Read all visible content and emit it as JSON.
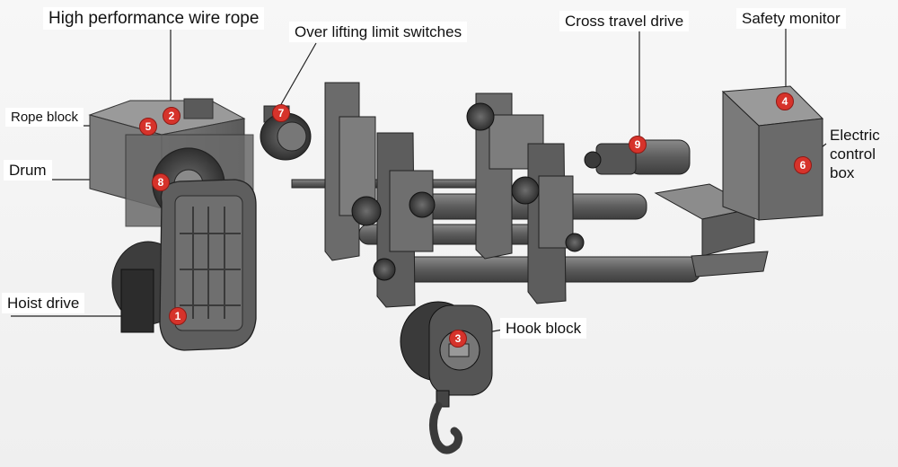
{
  "labels": {
    "wire_rope": "High performance wire rope",
    "rope_block": "Rope block",
    "drum": "Drum",
    "hoist_drive": "Hoist drive",
    "limit_switches": "Over lifting limit switches",
    "cross_travel": "Cross travel drive",
    "safety_monitor": "Safety monitor",
    "control_box": "Electric control box",
    "hook_block": "Hook block"
  },
  "badges": {
    "hoist_drive": "1",
    "wire_rope": "2",
    "hook_block": "3",
    "safety_monitor": "4",
    "rope_block": "5",
    "control_box": "6",
    "limit_switches": "7",
    "drum": "8",
    "cross_travel": "9"
  },
  "colors": {
    "badge": "#d6332b",
    "metal_dark": "#4a4a4a",
    "metal_mid": "#6b6b6b",
    "metal_light": "#8c8c8c",
    "leader_line": "#222222"
  }
}
